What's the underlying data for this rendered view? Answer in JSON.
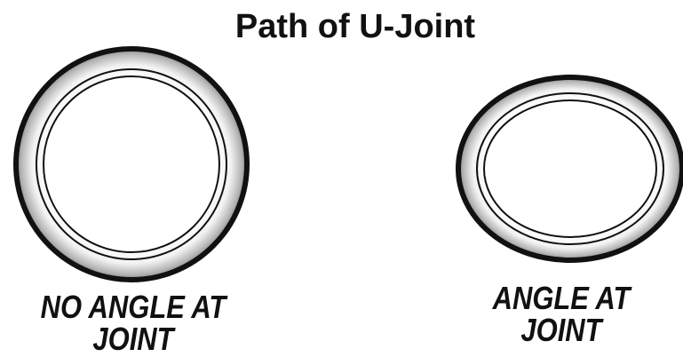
{
  "title": "Path of U-Joint",
  "diagrams": [
    {
      "name": "no-angle",
      "shape": "circle",
      "caption_line1": "NO ANGLE AT",
      "caption_line2": "JOINT"
    },
    {
      "name": "angle",
      "shape": "ellipse",
      "caption_line1": "ANGLE AT",
      "caption_line2": "JOINT"
    }
  ],
  "colors": {
    "ink": "#111111",
    "ring_shade_outer": "#9a9a9a",
    "ring_shade_inner": "#ffffff",
    "background": "#ffffff"
  }
}
